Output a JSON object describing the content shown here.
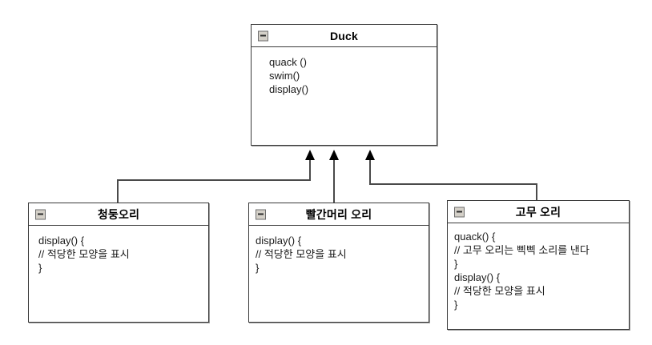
{
  "diagram": {
    "type": "uml-class-diagram",
    "collapse_icon": "minus-box-icon",
    "classes": {
      "duck": {
        "name": "Duck",
        "methods": [
          "quack ()",
          "swim()",
          "display()"
        ]
      },
      "mallard": {
        "name": "청둥오리",
        "methods": [
          "display() {",
          "// 적당한 모양을 표시",
          "}"
        ]
      },
      "redhead": {
        "name": "빨간머리 오리",
        "methods": [
          "display() {",
          "// 적당한 모양을 표시",
          "}"
        ]
      },
      "rubber": {
        "name": "고무 오리",
        "methods": [
          "quack() {",
          "// 고무 오리는 삑삑 소리를 낸다",
          "}",
          "display() {",
          "// 적당한 모양을 표시",
          "}"
        ]
      }
    },
    "relationships": [
      {
        "from": "청둥오리",
        "to": "Duck",
        "kind": "generalization"
      },
      {
        "from": "빨간머리 오리",
        "to": "Duck",
        "kind": "generalization"
      },
      {
        "from": "고무 오리",
        "to": "Duck",
        "kind": "generalization"
      }
    ],
    "colors": {
      "border": "#3a3a3a",
      "connector": "#4a4a4a",
      "arrow": "#000000",
      "icon_fill": "#d4d0c8",
      "background": "#ffffff",
      "text": "#1a1a1a"
    }
  }
}
